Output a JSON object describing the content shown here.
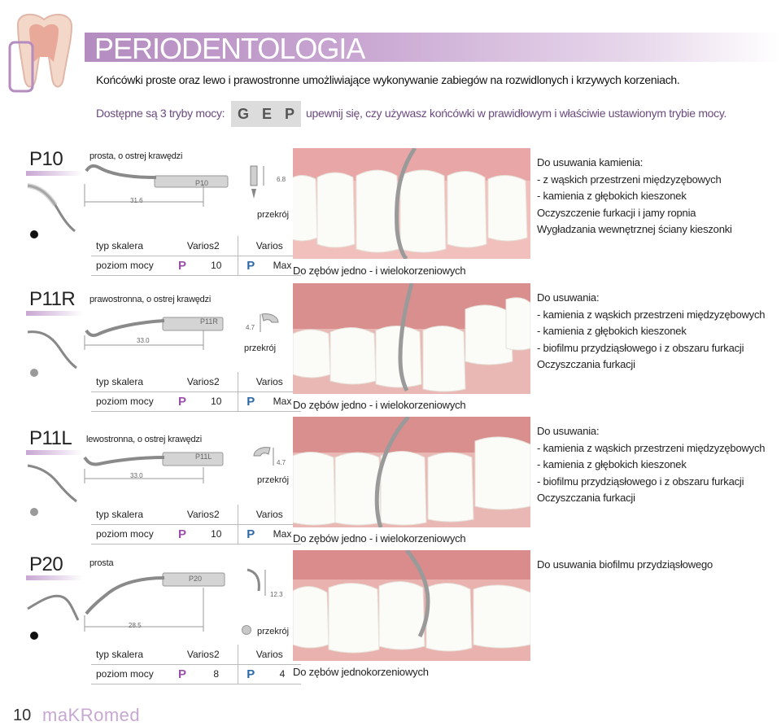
{
  "header": {
    "title": "PERIODENTOLOGIA",
    "intro": "Końcówki proste oraz lewo i prawostronne umożliwiające wykonywanie zabiegów na rozwidlonych i krzywych korzeniach.",
    "modes_label": "Dostępne są 3 tryby mocy:",
    "modes": [
      "G",
      "E",
      "P"
    ],
    "modes_note": "upewnij się, czy używasz końcówki w prawidłowym i właściwie ustawionym trybie mocy."
  },
  "labels": {
    "section": "przekrój",
    "row_type": "typ skalera",
    "row_power": "poziom mocy",
    "col_a": "Varios2",
    "col_b": "Varios"
  },
  "products": [
    {
      "code": "P10",
      "dot_color": "#111111",
      "description": "prosta, o ostrej krawędzi",
      "tip_label": "P10",
      "length": "31.6",
      "section_dim": "6.8",
      "power_a_mode": "P",
      "power_a_value": "10",
      "power_b_mode": "P",
      "power_b_value": "Max",
      "photo_caption": "Do zębów jedno - i wielokorzeniowych",
      "uses": [
        "Do usuwania kamienia:",
        "- z wąskich przestrzeni międzyzębowych",
        "- kamienia z głębokich kieszonek",
        "Oczyszczenie furkacji i jamy ropnia",
        "Wygładzania wewnętrznej ściany kieszonki"
      ]
    },
    {
      "code": "P11R",
      "dot_color": "#9a9a9a",
      "description": "prawostronna, o ostrej krawędzi",
      "tip_label": "P11R",
      "length": "33.0",
      "section_dim": "4.7",
      "power_a_mode": "P",
      "power_a_value": "10",
      "power_b_mode": "P",
      "power_b_value": "Max",
      "photo_caption": "Do zębów jedno - i wielokorzeniowych",
      "uses": [
        "Do usuwania:",
        "- kamienia z wąskich przestrzeni międzyzębowych",
        "- kamienia z głębokich kieszonek",
        "- biofilmu przydziąsłowego i z obszaru furkacji",
        "Oczyszczania furkacji"
      ]
    },
    {
      "code": "P11L",
      "dot_color": "#9a9a9a",
      "description": "lewostronna, o ostrej krawędzi",
      "tip_label": "P11L",
      "length": "33.0",
      "section_dim": "4.7",
      "power_a_mode": "P",
      "power_a_value": "10",
      "power_b_mode": "P",
      "power_b_value": "Max",
      "photo_caption": "Do zębów jedno - i wielokorzeniowych",
      "uses": [
        "Do usuwania:",
        "- kamienia z wąskich przestrzeni międzyzębowych",
        "- kamienia z głębokich kieszonek",
        "- biofilmu przydziąsłowego i z obszaru furkacji",
        "Oczyszczania furkacji"
      ]
    },
    {
      "code": "P20",
      "dot_color": "#111111",
      "description": "prosta",
      "tip_label": "P20",
      "length": "28.5",
      "section_dim": "12.3",
      "power_a_mode": "P",
      "power_a_value": "8",
      "power_b_mode": "P",
      "power_b_value": "4",
      "photo_caption": "Do zębów jednokorzeniowych",
      "uses": [
        "Do usuwania biofilmu przydziąsłowego"
      ]
    }
  ],
  "footer": {
    "page_number": "10",
    "brand": "maKRomed"
  },
  "colors": {
    "accent_purple": "#9a4fa8",
    "accent_blue": "#2d6aa8",
    "band": "#b48cc0"
  }
}
